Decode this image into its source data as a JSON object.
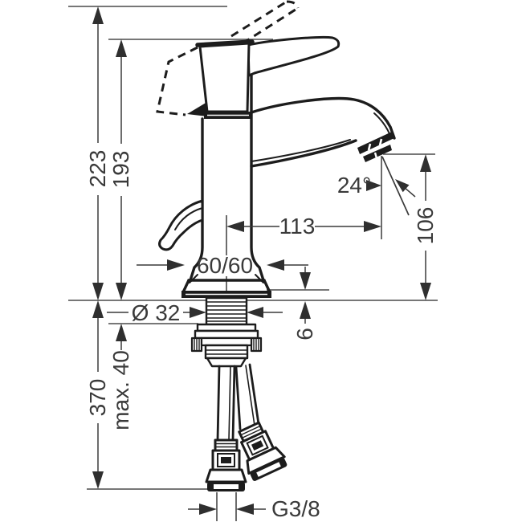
{
  "drawing": {
    "labels": {
      "height_to_lever_top": "223",
      "height_total": "193",
      "spout_reach": "113",
      "jet_angle": "24°",
      "outlet_height": "106",
      "base_plate_size": "60/60",
      "tap_hole_diameter": "Ø 32",
      "escutcheon_height": "6",
      "hose_length": "370",
      "max_deck_thickness": "max. 40",
      "connection_thread": "G3/8"
    }
  }
}
